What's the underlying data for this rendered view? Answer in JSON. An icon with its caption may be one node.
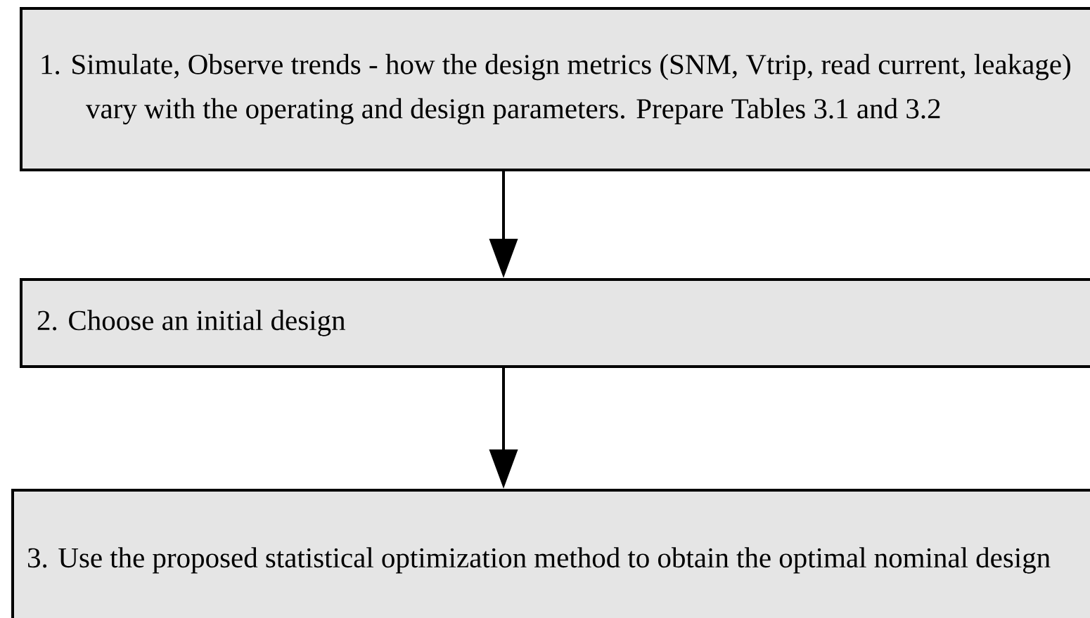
{
  "diagram": {
    "nodes": [
      {
        "text": [
          "1. Simulate, Observe trends - how the design  metrics (SNM, Vtrip, read current, leakage) vary with the operating and design parameters. Prepare Tables 3.1 and 3.2"
        ]
      },
      {
        "text": [
          "2. Choose an initial design"
        ]
      },
      {
        "text": [
          "3. Use the proposed statistical optimization method to obtain the optimal nominal design"
        ]
      }
    ],
    "edges": [
      {
        "from": 0,
        "to": 1,
        "arrow": "to"
      },
      {
        "from": 1,
        "to": 2,
        "arrow": "to"
      }
    ]
  }
}
